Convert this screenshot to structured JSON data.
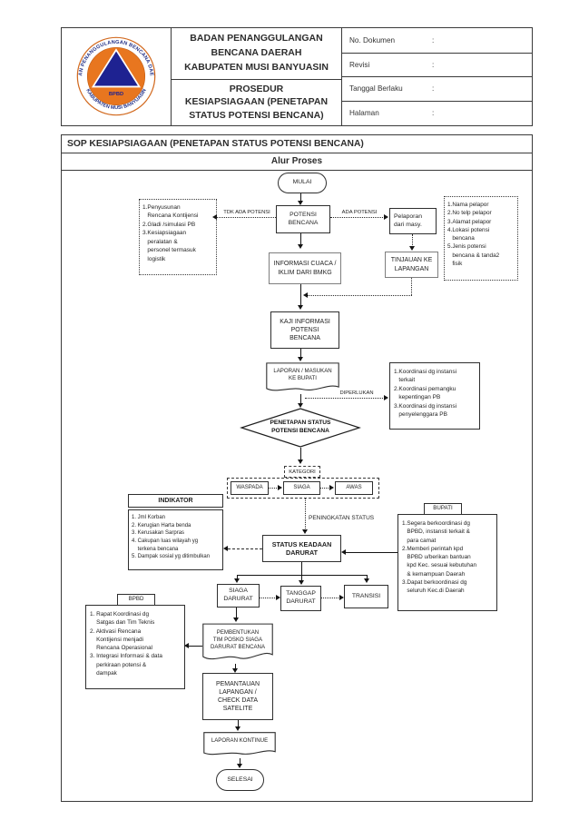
{
  "logo": {
    "ring_top": "BADAN PENANGGULANGAN BENCANA DAERAH",
    "ring_bottom": "KABUPATEN MUSI BANYUASIN",
    "acronym": "BPBD"
  },
  "header": {
    "org_title": "BADAN PENANGGULANGAN\nBENCANA DAERAH\nKABUPATEN MUSI BANYUASIN",
    "doc_title": "PROSEDUR\nKESIAPSIAGAAN (PENETAPAN\nSTATUS POTENSI BENCANA)",
    "fields": [
      {
        "label": "No. Dokumen",
        "colon": ":",
        "value": ""
      },
      {
        "label": "Revisi",
        "colon": ":",
        "value": ""
      },
      {
        "label": "Tanggal Berlaku",
        "colon": ":",
        "value": ""
      },
      {
        "label": "Halaman",
        "colon": ":",
        "value": ""
      }
    ]
  },
  "flow": {
    "sop_title": "SOP KESIAPSIAGAAN (PENETAPAN STATUS POTENSI BENCANA)",
    "section_title": "Alur Proses",
    "nodes": {
      "mulai": "MULAI",
      "potensi": "POTENSI\nBENCANA",
      "pelaporan": "Pelaporan\ndari masy.",
      "bmkg": "INFORMASI CUACA /\nIKLIM DARI BMKG",
      "tinjauan": "TINJAUAN KE\nLAPANGAN",
      "kaji": "KAJI INFORMASI\nPOTENSI\nBENCANA",
      "laporan_bupati": "LAPORAN / MASUKAN\nKE BUPATI",
      "penetapan": "PENETAPAN STATUS\nPOTENSI BENCANA",
      "kategori": "KATEGORI",
      "waspada": "WASPADA",
      "siaga": "SIAGA",
      "awas": "AWAS",
      "indikator_title": "INDIKATOR",
      "status_darurat": "STATUS KEADAAN\nDARURAT",
      "bupati_title": "BUPATI",
      "siaga_darurat": "SIAGA\nDARURAT",
      "tanggap_darurat": "TANGGAP\nDARURAT",
      "transisi": "TRANSISI",
      "bpbd_title": "BPBD",
      "pembentukan": "PEMBENTUKAN\nTIM POSKO SIAGA\nDARURAT BENCANA",
      "pemantauan": "PEMANTAUAN\nLAPANGAN /\nCHECK DATA\nSATELITE",
      "laporan_kontinue": "LAPORAN KONTINUE",
      "selesai": "SELESAI"
    },
    "edge_labels": {
      "tdk_ada": "TDK ADA POTENSI",
      "ada": "ADA POTENSI",
      "diperlukan": "DIPERLUKAN",
      "peningkatan": "PENINGKATAN STATUS"
    },
    "lists": {
      "kesiapsiagaan": "1.Penyusunan\n   Rencana Kontijensi\n2.Gladi /simulasi PB\n3.Kesiapsiagaan\n   peralatan &\n   personel termasuk\n   logistik",
      "pelapor": "1.Nama pelapor\n2.No telp pelapor\n3.Alamat pelapor\n4.Lokasi potensi\n   bencana\n5.Jenis potensi\n   bencana & tanda2\n   fisik",
      "koordinasi": "1.Koordinasi dg instansi\n   terkait\n2.Koordinasi pemangku\n   kepentingan PB\n3.Koordinasi dg instansi\n   penyelenggara PB",
      "indikator": "1. Jml Korban\n2. Kerugian Harta benda\n3. Kerusakan Sarpras\n4. Cakupan luas wilayah yg\n    terkena bencana\n5. Dampak sosial yg ditimbulkan",
      "bupati": "1.Segera berkoordinasi dg\n   BPBD, instansti terkait &\n   para camat\n2.Memberi perintah kpd\n   BPBD u/berikan bantuan\n   kpd Kec. sesuai kebutuhan\n   & kemampuan Daerah\n3.Dapat berkoordinasi dg\n   seluruh Kec.di Daerah",
      "bpbd": "1. Rapat Koordinasi dg\n    Satgas dan Tim Teknis\n2. Aktivasi Rencana\n    Kontijensi menjadi\n    Rencana Operasional\n3. Integrasi Informasi & data\n    perkiraan potensi &\n    dampak"
    }
  }
}
